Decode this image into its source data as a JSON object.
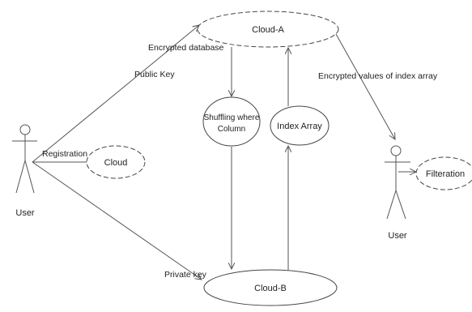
{
  "nodes": {
    "cloud_a": "Cloud-A",
    "cloud_b": "Cloud-B",
    "cloud": "Cloud",
    "shuffling_line1": "Shuffling where",
    "shuffling_line2": "Column",
    "index_array": "Index Array",
    "filteration": "Filteration"
  },
  "actors": {
    "user_left": "User",
    "user_right": "User"
  },
  "edges": {
    "encrypted_database": "Encrypted database",
    "public_key": "Public Key",
    "registration": "Registration",
    "private_key": "Private key",
    "encrypted_values": "Encrypted values of index array"
  }
}
